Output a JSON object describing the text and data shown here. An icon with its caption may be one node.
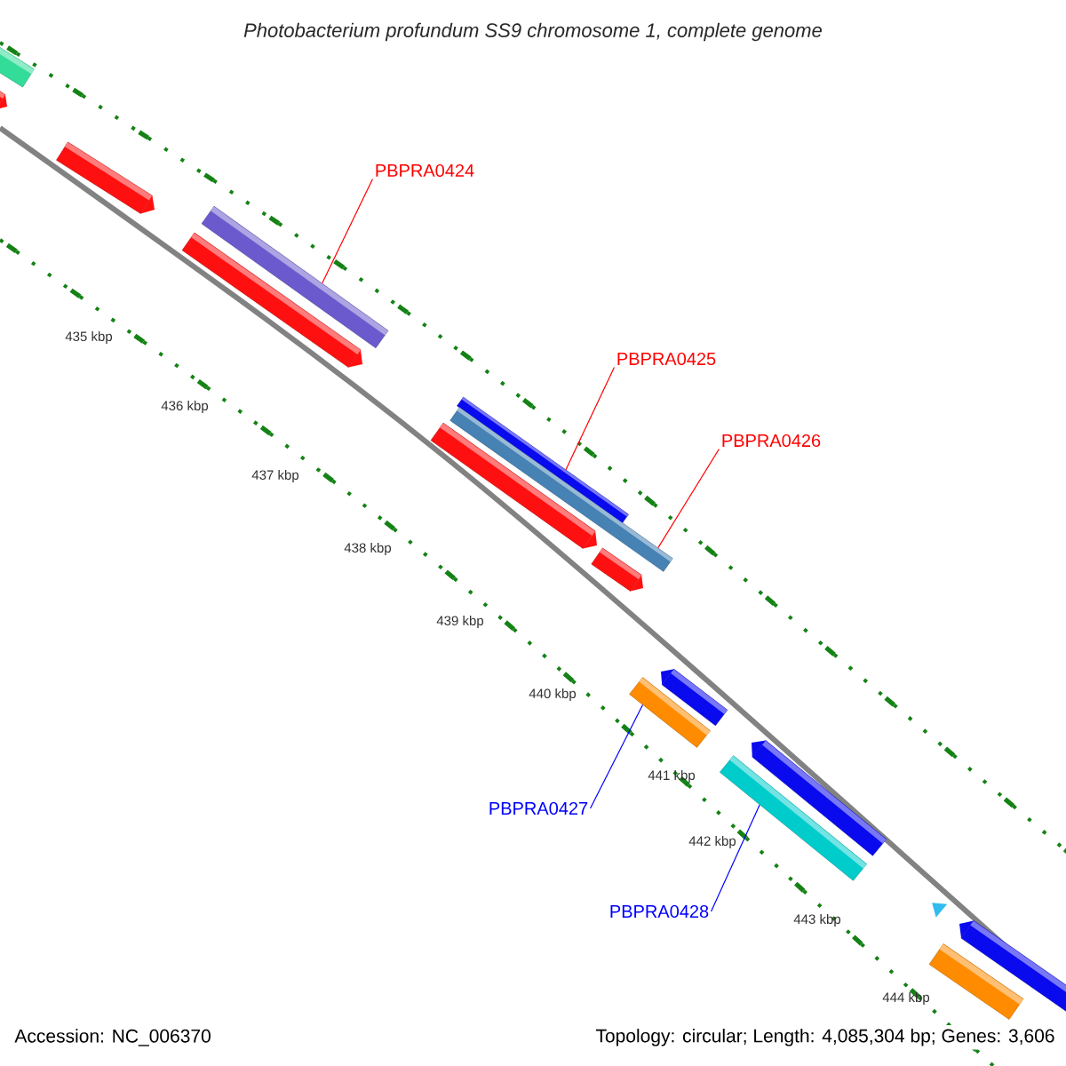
{
  "diagram": {
    "title": "Photobacterium profundum SS9 chromosome 1, complete genome",
    "nodes": [
      {
        "text": [],
        "shape": "bar"
      },
      {
        "text": [],
        "shape": "bar"
      },
      {
        "text": [],
        "shape": "bar"
      },
      {
        "text": [
          "PBPRA0424"
        ]
      },
      {
        "text": [],
        "shape": "bar"
      },
      {
        "text": [],
        "shape": "bar"
      },
      {
        "text": [
          "PBPRA0425"
        ]
      },
      {
        "text": [],
        "shape": "bar"
      },
      {
        "text": [],
        "shape": "bar"
      },
      {
        "text": [
          "PBPRA0426"
        ]
      },
      {
        "text": [],
        "shape": "bar"
      },
      {
        "text": [],
        "shape": "bar"
      },
      {
        "text": [],
        "shape": "bar"
      },
      {
        "text": [],
        "shape": "bar"
      },
      {
        "text": [],
        "shape": "bar"
      },
      {
        "text": [],
        "shape": "bar"
      },
      {
        "text": [
          "PBPRA0427"
        ]
      },
      {
        "text": [
          "PBPRA0428"
        ]
      },
      {
        "text": [],
        "shape": "triangle"
      },
      {
        "text": [],
        "shape": "bar"
      },
      {
        "text": [],
        "shape": "bar"
      }
    ],
    "edges": [
      {
        "from": 3,
        "to": 4,
        "arrow": "none"
      },
      {
        "from": 6,
        "to": 7,
        "arrow": "none"
      },
      {
        "from": 9,
        "to": 8,
        "arrow": "none"
      },
      {
        "from": 16,
        "to": 13,
        "arrow": "none",
        "color": "#0000ff"
      },
      {
        "from": 17,
        "to": 15,
        "arrow": "none",
        "color": "#0000ff"
      }
    ],
    "labels": [
      "435 kbp",
      "436 kbp",
      "437 kbp",
      "438 kbp",
      "439 kbp",
      "440 kbp",
      "441 kbp",
      "442 kbp",
      "443 kbp",
      "444 kbp",
      "Accession: NC_006370",
      "Topology: circular; Length: 4,085,304 bp; Genes: 3,606"
    ]
  }
}
